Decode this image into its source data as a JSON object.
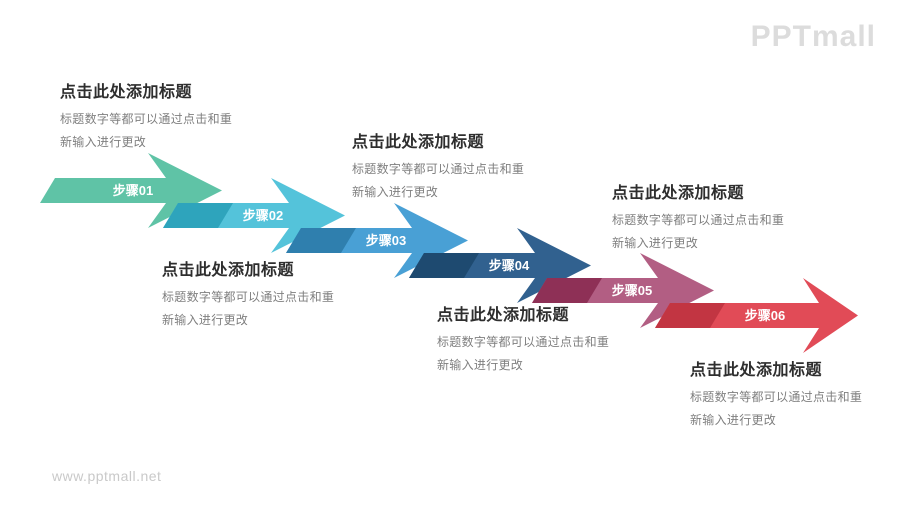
{
  "logo": {
    "text": "PPTmall"
  },
  "footer": {
    "url": "www.pptmall.net"
  },
  "steps": [
    {
      "label": "步骤01",
      "color": "#5FC3A6",
      "dark_color": null
    },
    {
      "label": "步骤02",
      "color": "#54C3DA",
      "dark_color": "#2EA4BC"
    },
    {
      "label": "步骤03",
      "color": "#49A0D5",
      "dark_color": "#2F7FAE"
    },
    {
      "label": "步骤04",
      "color": "#31618F",
      "dark_color": "#1E4A70"
    },
    {
      "label": "步骤05",
      "color": "#B25E83",
      "dark_color": "#8E3056"
    },
    {
      "label": "步骤06",
      "color": "#E14B57",
      "dark_color": "#C23542"
    }
  ],
  "blocks": [
    {
      "title": "点击此处添加标题",
      "line1": "标题数字等都可以通过点击和重",
      "line2": "新输入进行更改"
    },
    {
      "title": "点击此处添加标题",
      "line1": "标题数字等都可以通过点击和重",
      "line2": "新输入进行更改"
    },
    {
      "title": "点击此处添加标题",
      "line1": "标题数字等都可以通过点击和重",
      "line2": "新输入进行更改"
    },
    {
      "title": "点击此处添加标题",
      "line1": "标题数字等都可以通过点击和重",
      "line2": "新输入进行更改"
    },
    {
      "title": "点击此处添加标题",
      "line1": "标题数字等都可以通过点击和重",
      "line2": "新输入进行更改"
    },
    {
      "title": "点击此处添加标题",
      "line1": "标题数字等都可以通过点击和重",
      "line2": "新输入进行更改"
    }
  ]
}
